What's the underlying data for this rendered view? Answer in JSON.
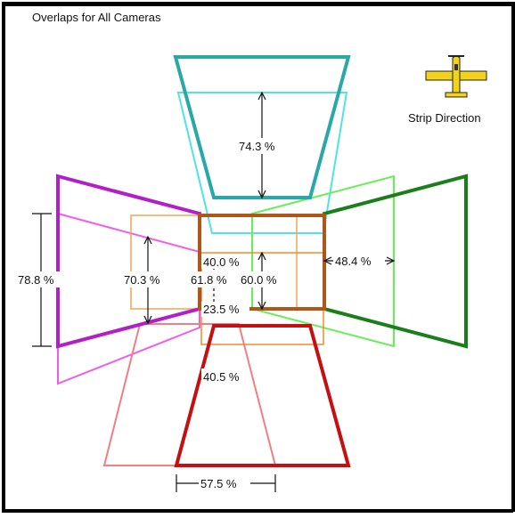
{
  "title": "Overlaps for All Cameras",
  "legend": {
    "label": "Strip Direction",
    "icon": "airplane-icon"
  },
  "overlaps": {
    "top_forward": "74.3 %",
    "center_top": "40.0 %",
    "center_left": "61.8 %",
    "center_right": "60.0 %",
    "center_bottom": "23.5 %",
    "left_outer": "78.8 %",
    "left_inner": "70.3 %",
    "right_side": "48.4 %",
    "bottom_upper": "40.5 %",
    "bottom_width": "57.5 %"
  },
  "colors": {
    "top_dark": "#2aa8a8",
    "top_light": "#4fe3e3",
    "left_dark": "#b21fc8",
    "left_light": "#ee5cee",
    "right_dark": "#1a7f1a",
    "right_light": "#66ee55",
    "bottom_dark": "#c41010",
    "bottom_light": "#f07f85",
    "center_brown": "#b0561a",
    "center_orange": "#f4a256",
    "plane": "#f2d21a"
  }
}
